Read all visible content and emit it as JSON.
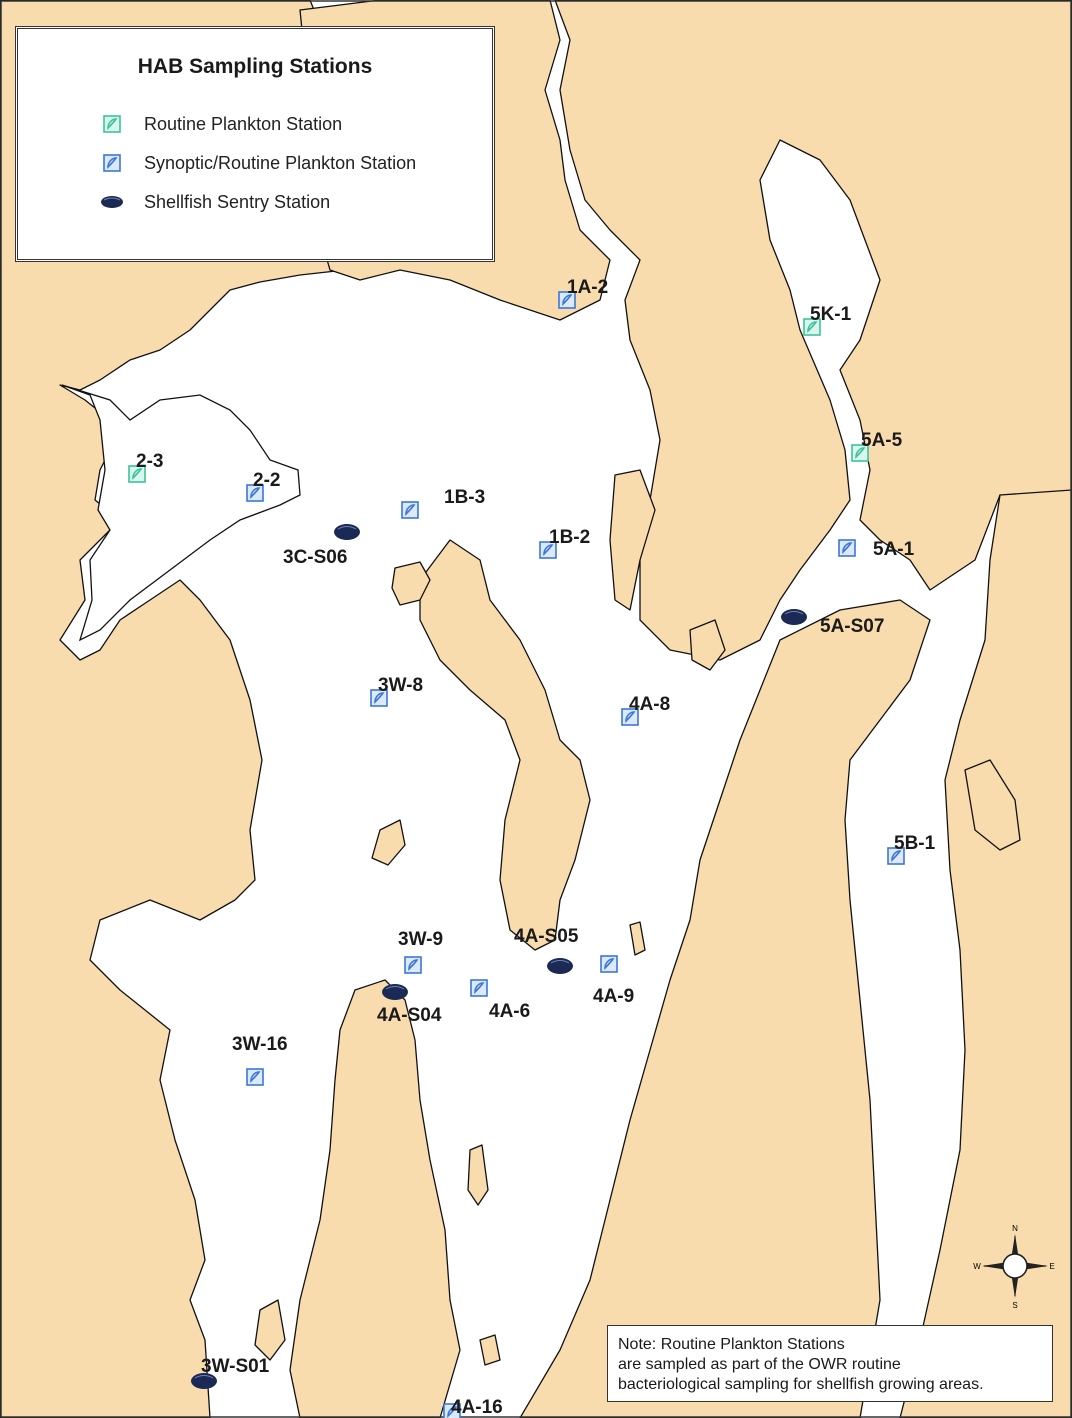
{
  "legend": {
    "title": "HAB Sampling Stations",
    "items": [
      {
        "symbol": "routine-plankton-icon",
        "label": "Routine Plankton Station",
        "color": "#3cc39b"
      },
      {
        "symbol": "synoptic-plankton-icon",
        "label": "Synoptic/Routine Plankton Station",
        "color": "#3b77d8"
      },
      {
        "symbol": "shellfish-sentry-icon",
        "label": "Shellfish Sentry Station",
        "color": "#1b2a55"
      }
    ]
  },
  "stations": [
    {
      "id": "1A-2",
      "type": "synoptic"
    },
    {
      "id": "5K-1",
      "type": "routine"
    },
    {
      "id": "5A-5",
      "type": "routine"
    },
    {
      "id": "2-3",
      "type": "routine"
    },
    {
      "id": "2-2",
      "type": "synoptic"
    },
    {
      "id": "1B-3",
      "type": "synoptic"
    },
    {
      "id": "3C-S06",
      "type": "shellfish"
    },
    {
      "id": "1B-2",
      "type": "synoptic"
    },
    {
      "id": "5A-1",
      "type": "synoptic"
    },
    {
      "id": "5A-S07",
      "type": "shellfish"
    },
    {
      "id": "3W-8",
      "type": "synoptic"
    },
    {
      "id": "4A-8",
      "type": "synoptic"
    },
    {
      "id": "5B-1",
      "type": "synoptic"
    },
    {
      "id": "3W-9",
      "type": "synoptic"
    },
    {
      "id": "4A-S05",
      "type": "shellfish"
    },
    {
      "id": "4A-9",
      "type": "synoptic"
    },
    {
      "id": "4A-S04",
      "type": "shellfish"
    },
    {
      "id": "4A-6",
      "type": "synoptic"
    },
    {
      "id": "3W-16",
      "type": "synoptic"
    },
    {
      "id": "3W-S01",
      "type": "shellfish"
    },
    {
      "id": "4A-16",
      "type": "synoptic"
    }
  ],
  "note": {
    "lines": [
      "Note:  Routine Plankton Stations",
      "are sampled as part of the OWR routine",
      "bacteriological sampling for shellfish growing areas."
    ]
  },
  "compass": {
    "n": "N",
    "s": "S",
    "e": "E",
    "w": "W"
  },
  "colors": {
    "land": "#f9dcae",
    "water": "#ffffff",
    "outline": "#111111"
  }
}
